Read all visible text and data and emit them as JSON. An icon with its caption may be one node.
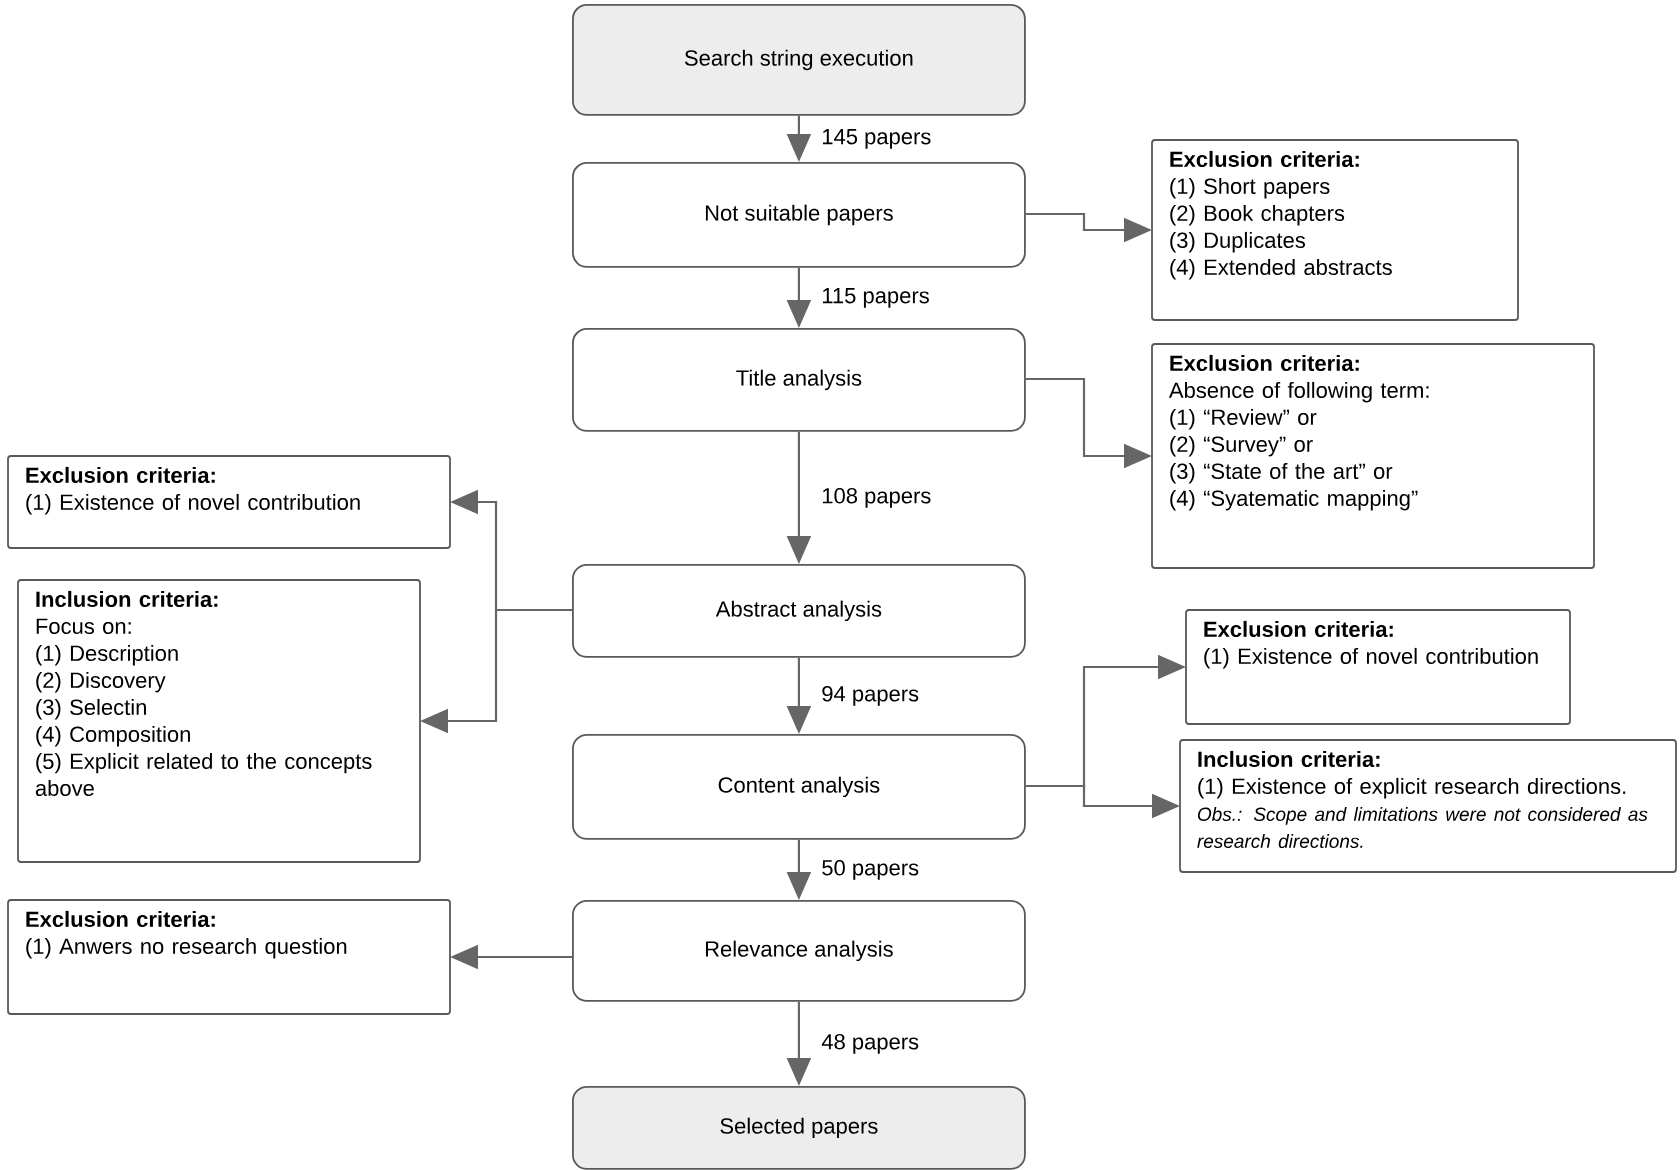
{
  "diagram": {
    "nodes": [
      {
        "text": [
          "Search string execution"
        ]
      },
      {
        "text": [
          "Not suitable papers"
        ]
      },
      {
        "text": [
          "Exclusion criteria:",
          "(1) Short papers",
          "(2) Book chapters",
          "(3) Duplicates",
          "(4) Extended abstracts"
        ]
      },
      {
        "text": [
          "Title analysis"
        ]
      },
      {
        "text": [
          "Exclusion criteria:",
          "Absence of following term:",
          "(1) “Review” or",
          "(2) “Survey” or",
          "(3) “State of the art” or",
          "(4) “Syatematic mapping”"
        ]
      },
      {
        "text": [
          "Exclusion criteria:",
          "(1) Existence of novel contribution"
        ]
      },
      {
        "text": [
          "Abstract analysis"
        ]
      },
      {
        "text": [
          "Inclusion criteria:",
          "Focus on:",
          "(1) Description",
          "(2) Discovery",
          "(3) Selectin",
          "(4) Composition",
          "(5) Explicit related to the concepts above"
        ]
      },
      {
        "text": [
          "Content analysis"
        ]
      },
      {
        "text": [
          "Exclusion criteria:",
          "(1) Existence of novel contribution"
        ]
      },
      {
        "text": [
          "Inclusion criteria:",
          "(1) Existence of explicit research directions.",
          "Obs.: Scope and limitations were not considered as research directions."
        ]
      },
      {
        "text": [
          "Relevance analysis"
        ]
      },
      {
        "text": [
          "Exclusion criteria:",
          "(1) Anwers no research question"
        ]
      },
      {
        "text": [
          "Selected papers"
        ]
      }
    ],
    "edges": [
      {
        "from": 0,
        "to": 1,
        "arrow": "to",
        "label": "145 papers"
      },
      {
        "from": 1,
        "to": 2,
        "arrow": "to"
      },
      {
        "from": 1,
        "to": 3,
        "arrow": "to",
        "label": "115 papers"
      },
      {
        "from": 3,
        "to": 4,
        "arrow": "to"
      },
      {
        "from": 3,
        "to": 6,
        "arrow": "to",
        "label": "108 papers"
      },
      {
        "from": 6,
        "to": 5,
        "arrow": "to"
      },
      {
        "from": 6,
        "to": 7,
        "arrow": "to"
      },
      {
        "from": 6,
        "to": 8,
        "arrow": "to",
        "label": "94 papers"
      },
      {
        "from": 8,
        "to": 9,
        "arrow": "to"
      },
      {
        "from": 8,
        "to": 10,
        "arrow": "to"
      },
      {
        "from": 8,
        "to": 11,
        "arrow": "to",
        "label": "50 papers"
      },
      {
        "from": 11,
        "to": 12,
        "arrow": "to"
      },
      {
        "from": 11,
        "to": 13,
        "arrow": "to",
        "label": "48 papers"
      }
    ]
  }
}
